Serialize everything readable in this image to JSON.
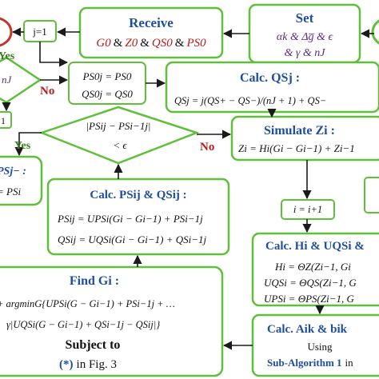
{
  "receive": {
    "title": "Receive",
    "vars": [
      "G0",
      "&",
      "Z0",
      "&",
      "QS0",
      "&",
      "PS0"
    ]
  },
  "set": {
    "title": "Set",
    "line1": "αk & Δg̅ & ϵ",
    "line2": "& γ & nJ"
  },
  "init_j": "j=1",
  "left_yes_top": "Yes",
  "left_nj": "nJ",
  "no_top": "No",
  "p_init": {
    "line1": "PS0j = PS0",
    "line2": "QS0j = QS0"
  },
  "calc_qs": {
    "title": "Calc. QSj :",
    "formula": "QSj = j(QS+ − QS−)/(nJ + 1) + QS−"
  },
  "left_one": "1",
  "convergence": {
    "line1": "|PSij − PSi−1j|",
    "line2": "< ϵ"
  },
  "yes_mid": "Yes",
  "no_mid": "No",
  "ps_left": {
    "line1": "PSj− :",
    "line2": "= PSi"
  },
  "simulate": {
    "title": "Simulate Zi :",
    "formula": "Zi = Hi(Gi − Gi−1) + Zi−1"
  },
  "i_inc": "i = i+1",
  "calc_psqs": {
    "title": "Calc. PSij & QSij :",
    "line1": "PSij = UPSi(Gi − Gi−1) + PSi−1j",
    "line2": "QSij = UQSi(Gi − Gi−1) + QSi−1j"
  },
  "calc_h": {
    "title": "Calc. Hi & UQSi &",
    "line1": "Hi = ΘZ(Zi−1, Gi",
    "line2": "UQSi = ΘQS(Zi−1, G",
    "line3": "UPSi = ΘPS(Zi−1, G"
  },
  "find_g": {
    "title": "Find Gi :",
    "line1": "+ argminG{UPSi(G − Gi−1) + PSi−1j + …",
    "line2": "γ|UQSi(G − Gi−1) + QSi−1j − QSij|}",
    "subject": "Subject to",
    "ref_star": "(*)",
    "ref_tail": "in Fig. 3"
  },
  "calc_ab": {
    "title": "Calc. Aik & bik",
    "using": "Using",
    "sub": "Sub-Algorithm 1",
    "sub_tail": "in"
  },
  "colors": {
    "box_border": "#5fbf3a",
    "diamond_border": "#5fbf3a",
    "arrow": "#1a1a1a",
    "title_blue": "#1f4e9e",
    "var_red": "#b51d1d",
    "var_purple": "#5b2a86",
    "yes_green": "#3a7d1f",
    "no_red": "#b51d1d",
    "start_oval_red": "#c0392b"
  }
}
